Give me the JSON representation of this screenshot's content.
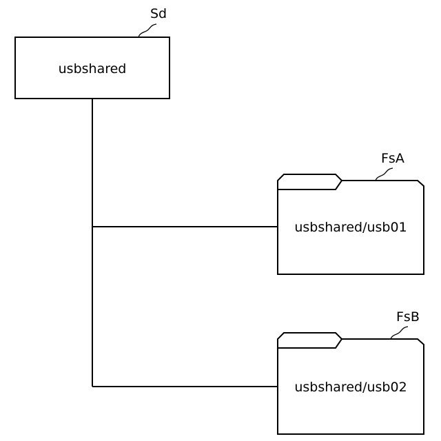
{
  "root": {
    "label": "usbshared",
    "ref": "Sd"
  },
  "folders": [
    {
      "label": "usbshared/usb01",
      "ref": "FsA"
    },
    {
      "label": "usbshared/usb02",
      "ref": "FsB"
    }
  ]
}
